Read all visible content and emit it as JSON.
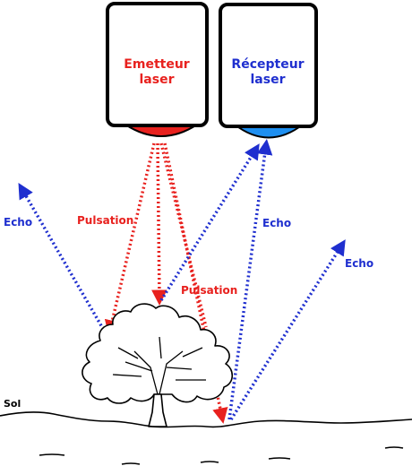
{
  "colors": {
    "emitter": "#e8211e",
    "receiver": "#1f2fcf",
    "receiver_lens": "#1e8ff0",
    "outline": "#000000"
  },
  "emitter": {
    "line1": "Emetteur",
    "line2": "laser"
  },
  "receiver": {
    "line1": "Récepteur",
    "line2": "laser"
  },
  "labels": {
    "pulse_left": "Pulsation",
    "pulse_right": "Pulsation",
    "echo_left": "Echo",
    "echo_center": "Echo",
    "echo_right": "Echo",
    "ground": "Sol"
  },
  "icons": {
    "tree": "tree-icon"
  }
}
